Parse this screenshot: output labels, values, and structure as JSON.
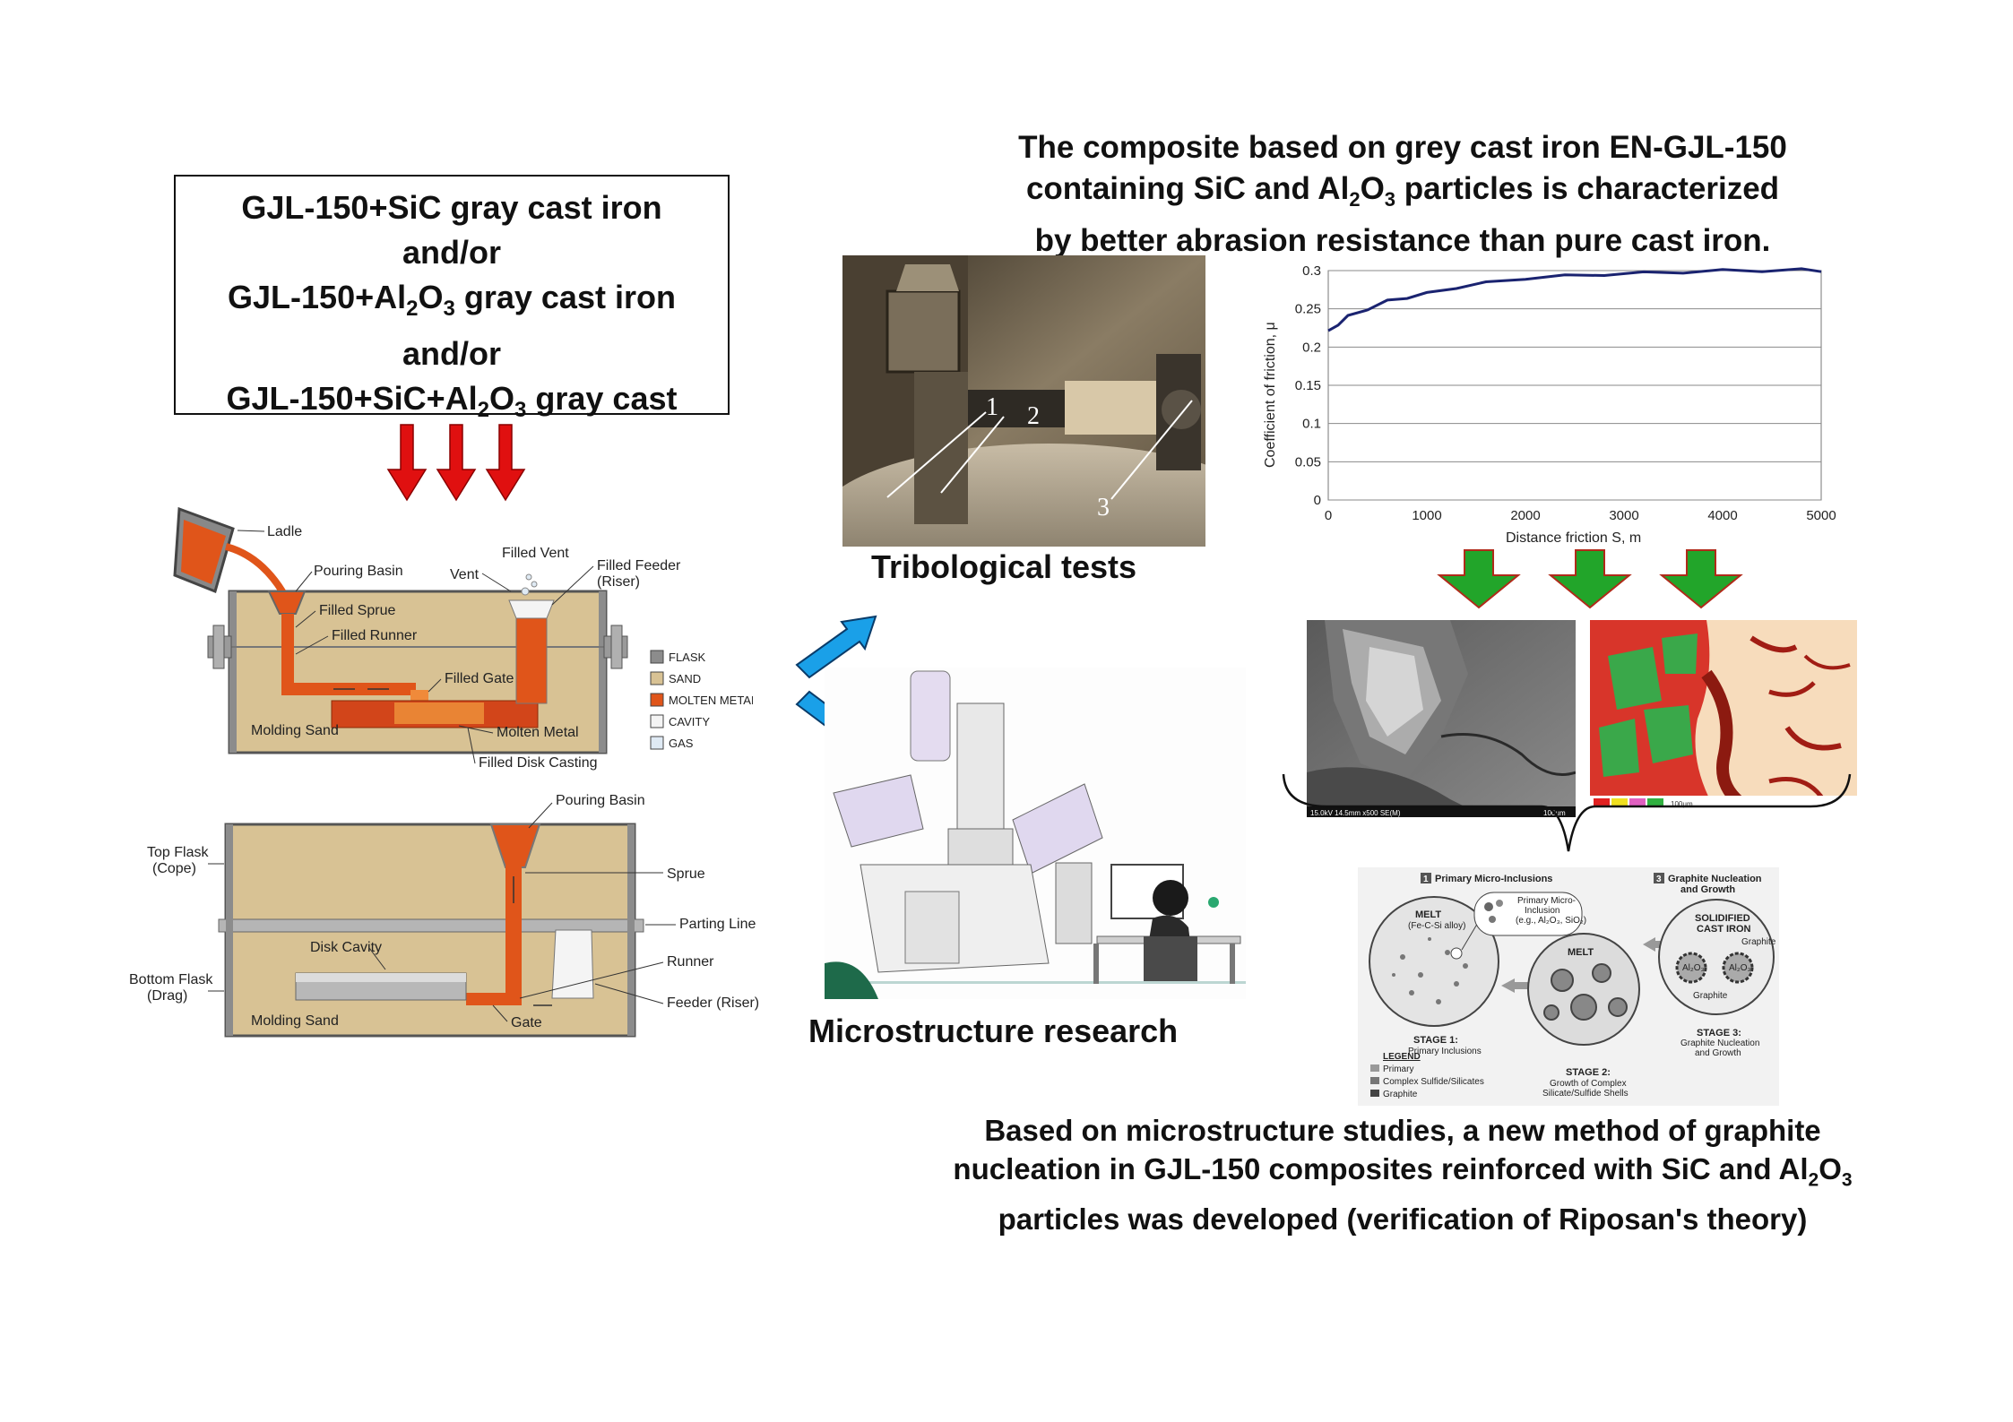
{
  "input_box": {
    "line1": "GJL-150+SiC gray cast iron",
    "line2": "and/or",
    "line3_pre": "GJL-150+Al",
    "line3_sub1": "2",
    "line3_mid": "O",
    "line3_sub2": "3",
    "line3_post": " gray cast iron",
    "line4": "and/or",
    "line5_pre": "GJL-150+SiC+Al",
    "line5_sub1": "2",
    "line5_mid": "O",
    "line5_sub2": "3",
    "line5_post": " gray cast"
  },
  "headline_top": {
    "line1": "The composite based on grey cast iron EN-GJL-150",
    "line2_pre": "containing SiC and Al",
    "line2_sub1": "2",
    "line2_mid": "O",
    "line2_sub2": "3",
    "line2_post": " particles is characterized",
    "line3": "by better abrasion resistance than pure cast iron."
  },
  "captions": {
    "tribological": "Tribological tests",
    "microstructure": "Microstructure research"
  },
  "headline_bottom": {
    "line1": "Based on microstructure studies, a new method of graphite",
    "line2_pre": "nucleation in GJL-150 composites reinforced with SiC and Al",
    "line2_sub1": "2",
    "line2_mid": "O",
    "line2_sub2": "3",
    "line3": "particles was developed (verification of Riposan's theory)"
  },
  "tribo_photo": {
    "labels": [
      "1",
      "2",
      "3"
    ]
  },
  "casting_diagram_top": {
    "labels": {
      "ladle": "Ladle",
      "pouring_basin": "Pouring Basin",
      "vent": "Vent",
      "filled_vent": "Filled Vent",
      "filled_feeder": "Filled Feeder",
      "riser": "(Riser)",
      "filled_sprue": "Filled Sprue",
      "filled_runner": "Filled Runner",
      "filled_gate": "Filled Gate",
      "molding_sand": "Molding Sand",
      "molten_metal": "Molten Metal",
      "filled_disk_casting": "Filled Disk Casting"
    },
    "legend": [
      {
        "label": "FLASK",
        "color": "#8c8c8c"
      },
      {
        "label": "SAND",
        "color": "#d8c294"
      },
      {
        "label": "MOLTEN METAL",
        "color": "#e0551a"
      },
      {
        "label": "CAVITY",
        "color": "#f4f4f4"
      },
      {
        "label": "GAS",
        "color": "#dfeaf4"
      }
    ]
  },
  "casting_diagram_bottom": {
    "labels": {
      "pouring_basin": "Pouring Basin",
      "top_flask": "Top Flask",
      "cope": "(Cope)",
      "sprue": "Sprue",
      "parting_line": "Parting Line",
      "disk_cavity": "Disk Cavity",
      "runner": "Runner",
      "bottom_flask": "Bottom Flask",
      "drag": "(Drag)",
      "feeder": "Feeder (Riser)",
      "molding_sand": "Molding Sand",
      "gate": "Gate"
    }
  },
  "chart_data": {
    "type": "line",
    "title": "",
    "xlabel": "Distance friction S, m",
    "ylabel": "Coefficient of friction, μ",
    "xlim": [
      0,
      5000
    ],
    "ylim": [
      0,
      0.3
    ],
    "xticks": [
      0,
      1000,
      2000,
      3000,
      4000,
      5000
    ],
    "yticks": [
      0,
      0.05,
      0.1,
      0.15,
      0.2,
      0.25,
      0.3
    ],
    "grid": true,
    "line_color": "#1a2370",
    "series": [
      {
        "x": [
          0,
          100,
          200,
          400,
          600,
          800,
          1000,
          1300,
          1600,
          2000,
          2400,
          2800,
          3200,
          3600,
          4000,
          4400,
          4800,
          5000
        ],
        "values": [
          0.22,
          0.23,
          0.24,
          0.25,
          0.26,
          0.265,
          0.27,
          0.278,
          0.284,
          0.29,
          0.293,
          0.295,
          0.297,
          0.298,
          0.3,
          0.3,
          0.301,
          0.3
        ]
      }
    ]
  },
  "sem": {
    "left_caption": "15.0kV 14.5mm x500 SE(M)",
    "left_scale": "100μm",
    "right_scale": "100μm"
  },
  "nucleation": {
    "stage1_head": "1",
    "title1": "Primary Micro-Inclusions",
    "stage3_head": "3",
    "title3a": "Graphite Nucleation",
    "title3b": "and Growth",
    "melt1": "MELT",
    "melt1_sub": "(Fe-C-Si alloy)",
    "callout1": "Primary Micro-",
    "callout2": "Inclusion",
    "callout3": "(e.g., Al₂O₃, SiO₂)",
    "melt2": "MELT",
    "solid1": "SOLIDIFIED",
    "solid2": "CAST IRON",
    "graphite": "Graphite",
    "alox": "Al₂O₃",
    "stage1_a": "STAGE 1:",
    "stage1_b": "Primary Inclusions",
    "stage2_a": "STAGE 2:",
    "stage2_b": "Growth of Complex",
    "stage2_c": "Silicate/Sulfide Shells",
    "stage3_a": "STAGE 3:",
    "stage3_b": "Graphite Nucleation",
    "stage3_c": "and Growth",
    "legend_title": "LEGEND",
    "legend": [
      "Primary",
      "Complex Sulfide/Silicates",
      "Graphite"
    ]
  }
}
